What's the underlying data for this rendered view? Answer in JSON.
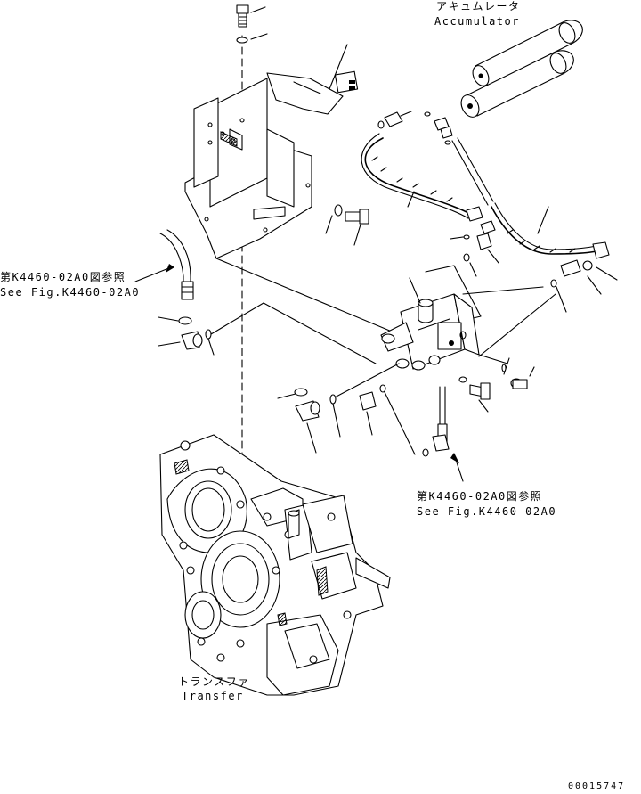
{
  "labels": {
    "accumulator_jp": "アキュムレータ",
    "accumulator_en": "Accumulator",
    "ref_left_jp": "第K4460-02A0図参照",
    "ref_left_en": "See Fig.K4460-02A0",
    "ref_right_jp": "第K4460-02A0図参照",
    "ref_right_en": "See Fig.K4460-02A0",
    "transfer_jp": "トランスファ",
    "transfer_en": "Transfer",
    "drawing_number": "00015747"
  }
}
